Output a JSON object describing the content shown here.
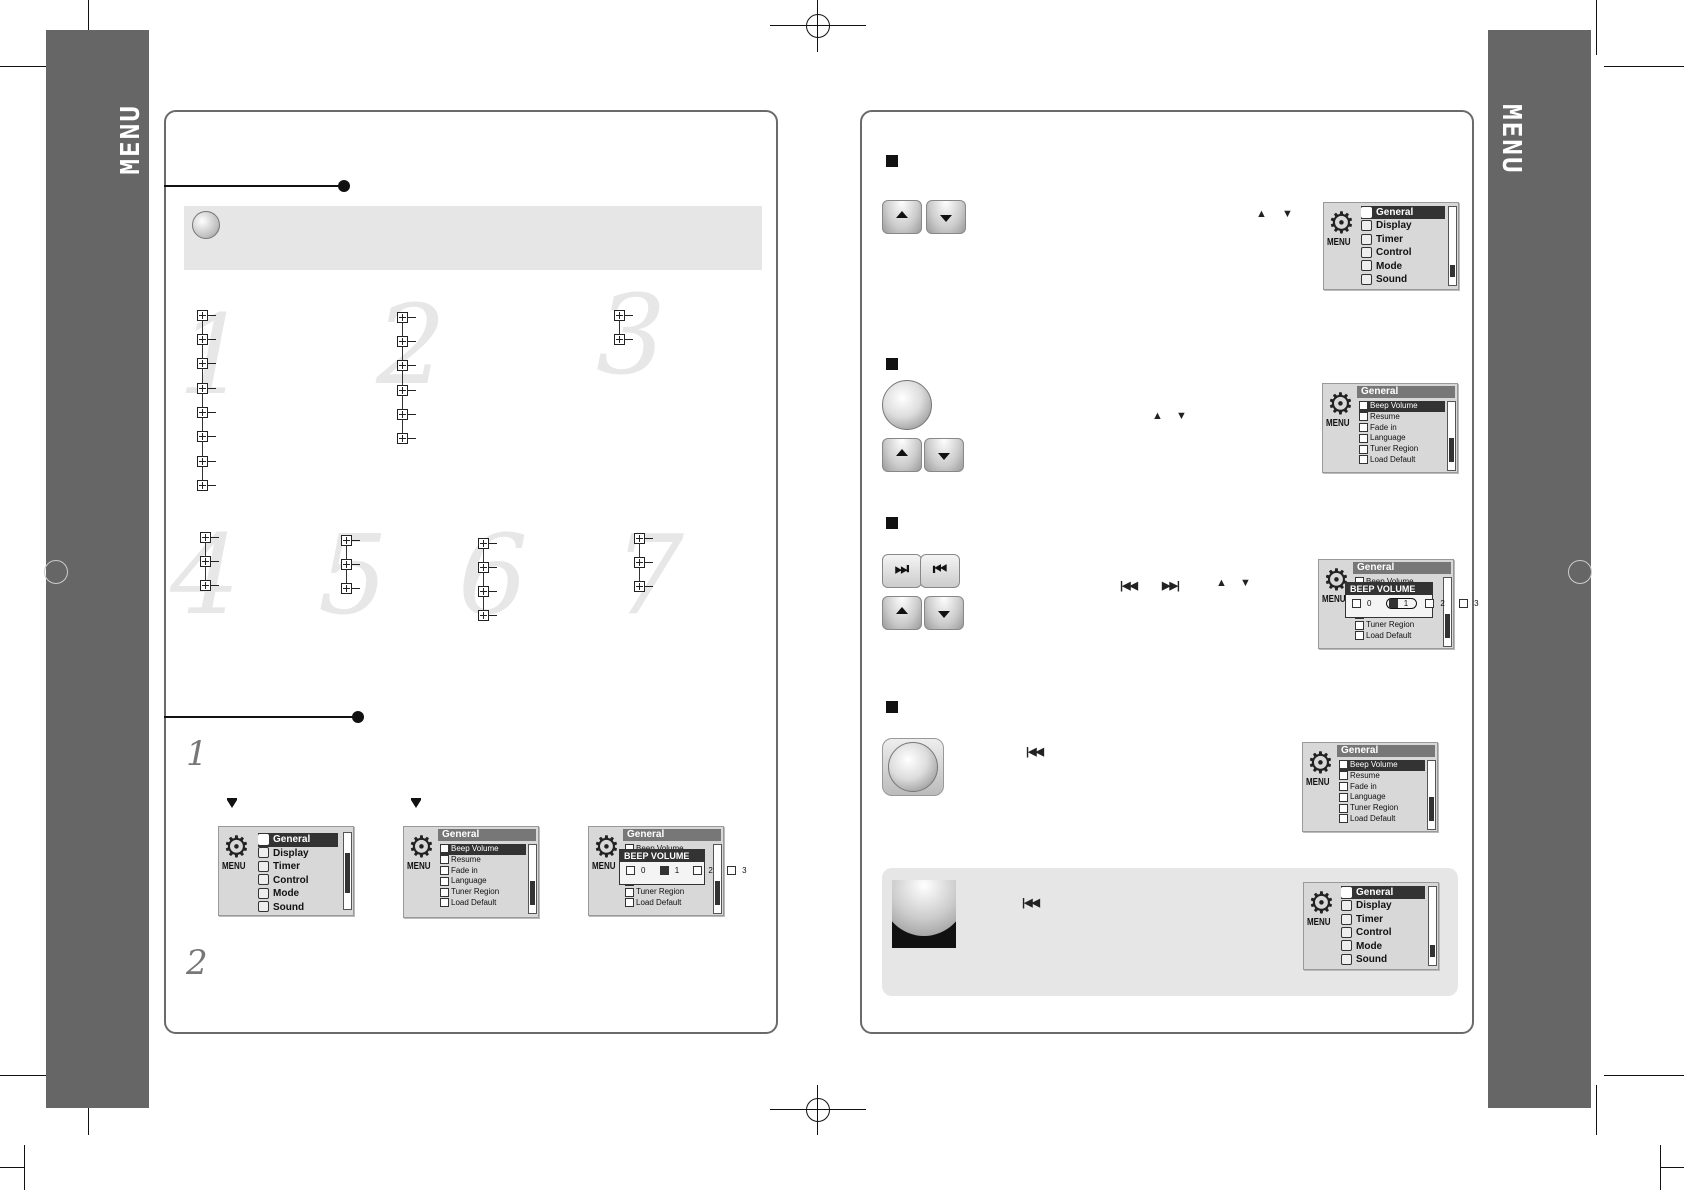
{
  "side_label": "MENU",
  "tree_numbers": [
    "1",
    "2",
    "3",
    "4",
    "5",
    "6",
    "7"
  ],
  "step_numbers": [
    "1",
    "2"
  ],
  "lcd": {
    "menu_label": "MENU",
    "main_items": [
      {
        "label": "General",
        "icon": "general-icon"
      },
      {
        "label": "Display",
        "icon": "display-icon"
      },
      {
        "label": "Timer",
        "icon": "timer-icon"
      },
      {
        "label": "Control",
        "icon": "control-icon"
      },
      {
        "label": "Mode",
        "icon": "mode-icon"
      },
      {
        "label": "Sound",
        "icon": "sound-icon"
      }
    ],
    "general_header": "General",
    "general_items": [
      "Beep Volume",
      "Resume",
      "Fade in",
      "Language",
      "Tuner Region",
      "Load Default"
    ],
    "popup_title": "BEEP VOLUME",
    "popup_options": [
      "0",
      "1",
      "2",
      "3"
    ],
    "popup_selected": "1"
  },
  "colors": {
    "side_tab": "#666666",
    "tip_box": "#e6e6e6",
    "lcd_bg": "#d8d8d8"
  }
}
